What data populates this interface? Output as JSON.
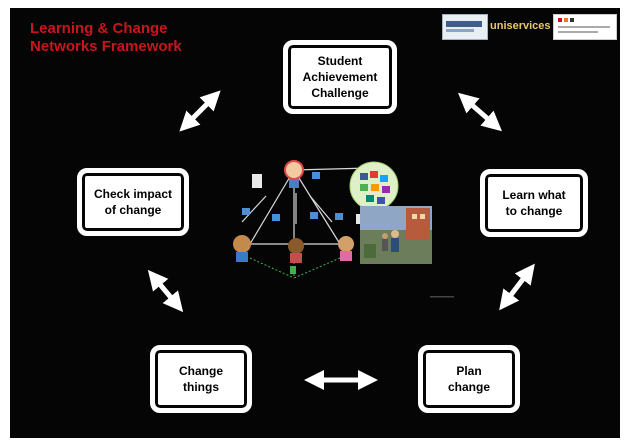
{
  "title": {
    "line1": "Learning & Change",
    "line2": "Networks Framework"
  },
  "logo_text": "uniservices",
  "nodes": {
    "student": [
      "Student",
      "Achievement",
      "Challenge"
    ],
    "learn": [
      "Learn what",
      "to change"
    ],
    "plan": [
      "Plan",
      "change"
    ],
    "change": [
      "Change",
      "things"
    ],
    "check": [
      "Check impact",
      "of change"
    ]
  },
  "colors": {
    "background": "#050505",
    "title": "#c8161d",
    "box_border": "#ffffff",
    "arrow": "#ffffff"
  }
}
